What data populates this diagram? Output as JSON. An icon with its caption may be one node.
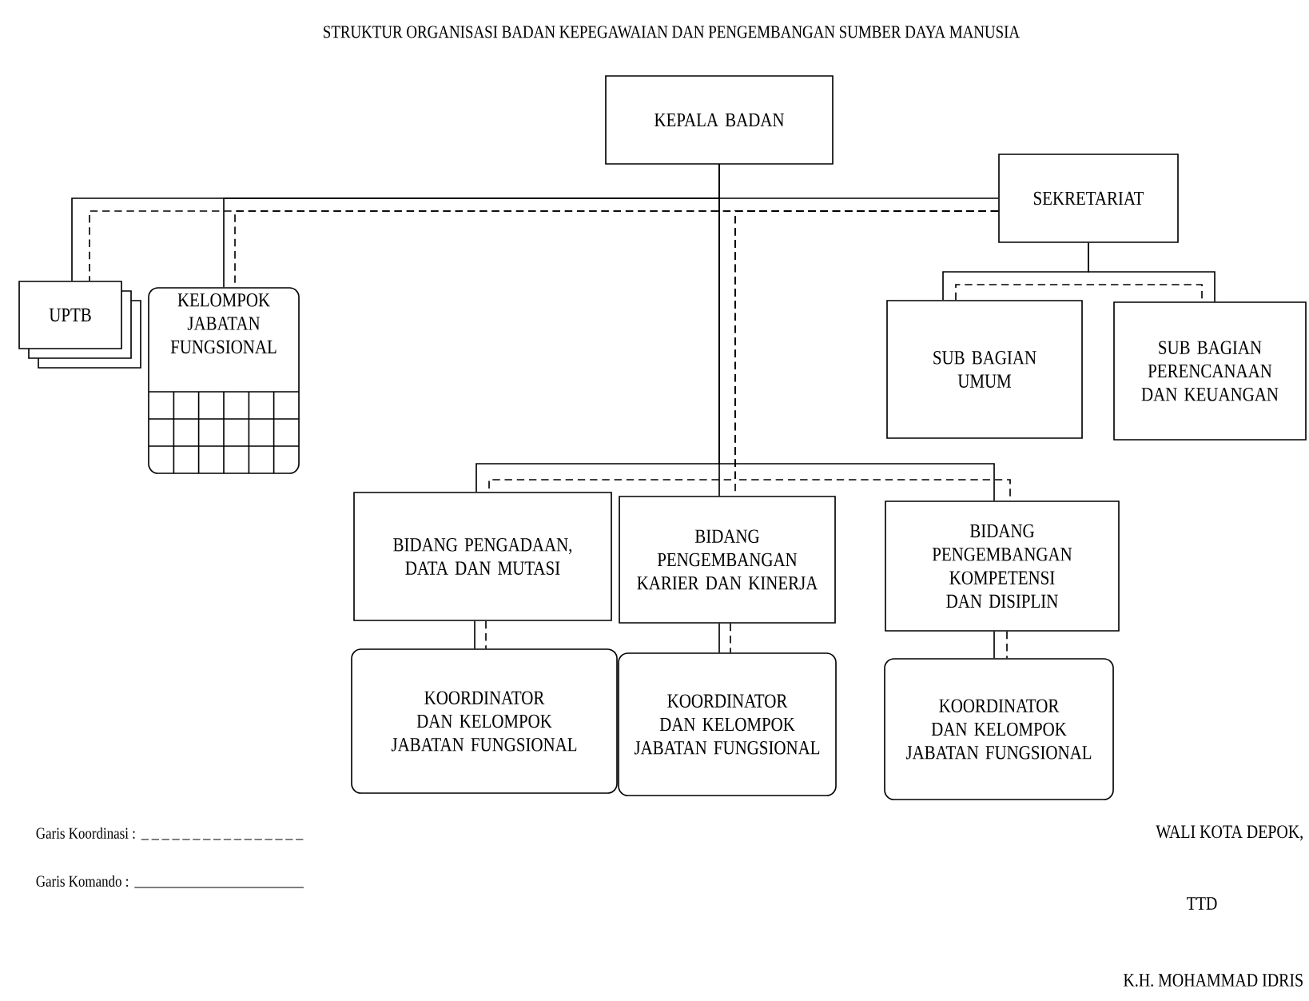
{
  "diagram": {
    "title": "STRUKTUR ORGANISASI BADAN KEPEGAWAIAN DAN PENGEMBANGAN SUMBER DAYA MANUSIA",
    "nodes": [
      {
        "text": [
          "KEPALA BADAN"
        ]
      },
      {
        "text": [
          "SEKRETARIAT"
        ]
      },
      {
        "text": [
          "UPTB"
        ]
      },
      {
        "text": [
          "KELOMPOK JABATAN FUNGSIONAL"
        ]
      },
      {
        "text": [
          "SUB BAGIAN UMUM"
        ]
      },
      {
        "text": [
          "SUB BAGIAN PERENCANAAN DAN KEUANGAN"
        ]
      },
      {
        "text": [
          "BIDANG PENGADAAN, DATA DAN MUTASI"
        ]
      },
      {
        "text": [
          "BIDANG PENGEMBANGAN KARIER DAN KINERJA"
        ]
      },
      {
        "text": [
          "BIDANG PENGEMBANGAN KOMPETENSI DAN DISIPLIN"
        ]
      },
      {
        "text": [
          "KOORDINATOR DAN KELOMPOK JABATAN FUNGSIONAL"
        ]
      },
      {
        "text": [
          "KOORDINATOR DAN KELOMPOK JABATAN FUNGSIONAL"
        ]
      },
      {
        "text": [
          "KOORDINATOR DAN KELOMPOK JABATAN FUNGSIONAL"
        ]
      }
    ],
    "edges": [
      {
        "from": 0,
        "to": 1,
        "arrow": "none"
      },
      {
        "from": 0,
        "to": 2,
        "arrow": "none"
      },
      {
        "from": 0,
        "to": 3,
        "arrow": "none"
      },
      {
        "from": 1,
        "to": 2,
        "arrow": "none",
        "style": "dashed"
      },
      {
        "from": 1,
        "to": 3,
        "arrow": "none",
        "style": "dashed"
      },
      {
        "from": 0,
        "to": 6,
        "arrow": "none"
      },
      {
        "from": 0,
        "to": 7,
        "arrow": "none"
      },
      {
        "from": 0,
        "to": 8,
        "arrow": "none"
      },
      {
        "from": 1,
        "to": 6,
        "arrow": "none",
        "style": "dashed"
      },
      {
        "from": 1,
        "to": 7,
        "arrow": "none",
        "style": "dashed"
      },
      {
        "from": 1,
        "to": 8,
        "arrow": "none",
        "style": "dashed"
      },
      {
        "from": 1,
        "to": 4,
        "arrow": "none"
      },
      {
        "from": 1,
        "to": 5,
        "arrow": "none"
      },
      {
        "from": 4,
        "to": 5,
        "arrow": "none",
        "style": "dashed"
      },
      {
        "from": 6,
        "to": 9,
        "arrow": "none"
      },
      {
        "from": 6,
        "to": 9,
        "arrow": "none",
        "style": "dashed"
      },
      {
        "from": 7,
        "to": 10,
        "arrow": "none"
      },
      {
        "from": 7,
        "to": 10,
        "arrow": "none",
        "style": "dashed"
      },
      {
        "from": 8,
        "to": 11,
        "arrow": "none"
      },
      {
        "from": 8,
        "to": 11,
        "arrow": "none",
        "style": "dashed"
      }
    ],
    "labels": [
      "WALI KOTA DEPOK,",
      "TTD",
      "K.H. MOHAMMAD IDRIS"
    ],
    "legend": [
      {
        "text": "Garis Koordinasi :"
      },
      {
        "text": "Garis Komando :"
      }
    ]
  }
}
